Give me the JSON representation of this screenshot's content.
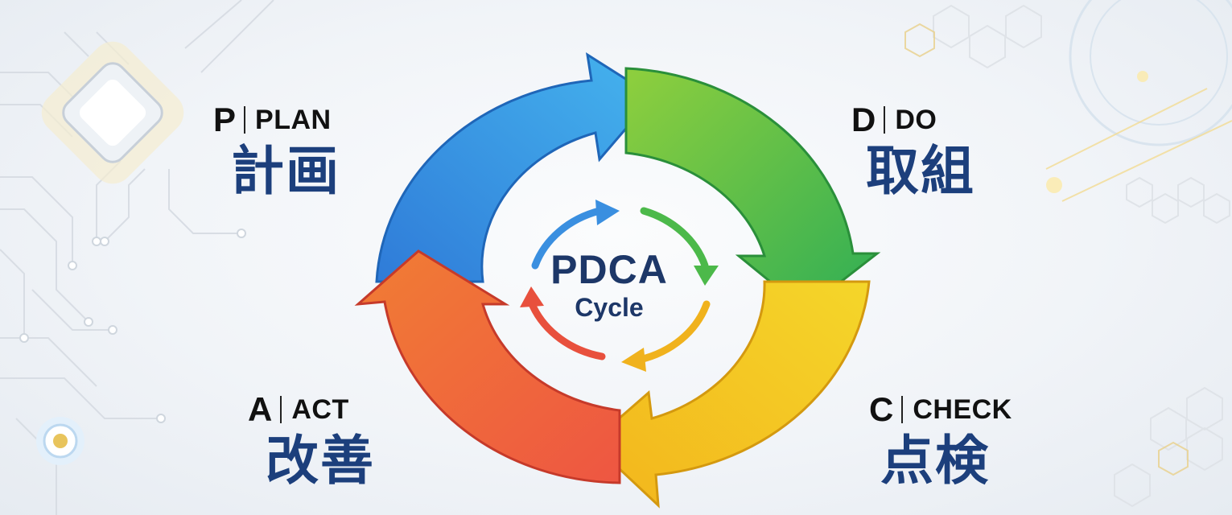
{
  "center": {
    "title": "PDCA",
    "subtitle": "Cycle"
  },
  "phases": [
    {
      "key": "plan",
      "letter": "P",
      "english": "PLAN",
      "japanese": "計画",
      "color": "#2f86e6"
    },
    {
      "key": "do",
      "letter": "D",
      "english": "DO",
      "japanese": "取組",
      "color": "#3fb24a"
    },
    {
      "key": "check",
      "letter": "C",
      "english": "CHECK",
      "japanese": "点検",
      "color": "#f1c21b"
    },
    {
      "key": "act",
      "letter": "A",
      "english": "ACT",
      "japanese": "改善",
      "color": "#ea4a3a"
    }
  ],
  "colors": {
    "heading": "#111111",
    "japanese_text": "#1c3f7c",
    "center_text": "#1d3768"
  }
}
